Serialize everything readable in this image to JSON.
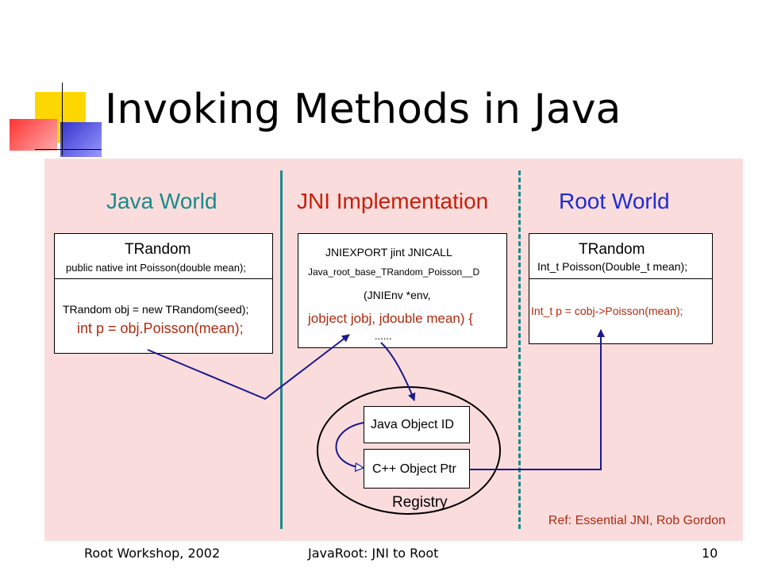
{
  "title": "Invoking Methods in Java",
  "colors": {
    "background_panel": "#fbdcdc",
    "teal": "#1a8a8a",
    "blue": "#1e2bd6",
    "red": "#c81e0a",
    "arrow": "#1a1a8c",
    "code_red": "#b02a10"
  },
  "sections": {
    "java_world": "Java World",
    "jni_implementation": "JNI Implementation",
    "root_world": "Root World"
  },
  "java_box": {
    "class_name": "TRandom",
    "signature": "public native int Poisson(double mean);",
    "line1": "TRandom obj = new TRandom(seed);",
    "line2": "int p = obj.Poisson(mean);"
  },
  "jni_box": {
    "line1": "JNIEXPORT jint JNICALL",
    "line2": "Java_root_base_TRandom_Poisson__D",
    "line3": "(JNIEnv *env,",
    "line4": "jobject jobj, jdouble mean) {",
    "line5": "......"
  },
  "root_box": {
    "class_name": "TRandom",
    "signature": "Int_t Poisson(Double_t mean);",
    "line1": "Int_t p = cobj->Poisson(mean);"
  },
  "registry": {
    "label": "Registry",
    "java_object_id": "Java Object ID",
    "cpp_object_ptr": "C++ Object Ptr"
  },
  "reference": "Ref: Essential JNI, Rob Gordon",
  "footer": {
    "left": "Root Workshop, 2002",
    "center": "JavaRoot: JNI to Root",
    "page": "10"
  }
}
